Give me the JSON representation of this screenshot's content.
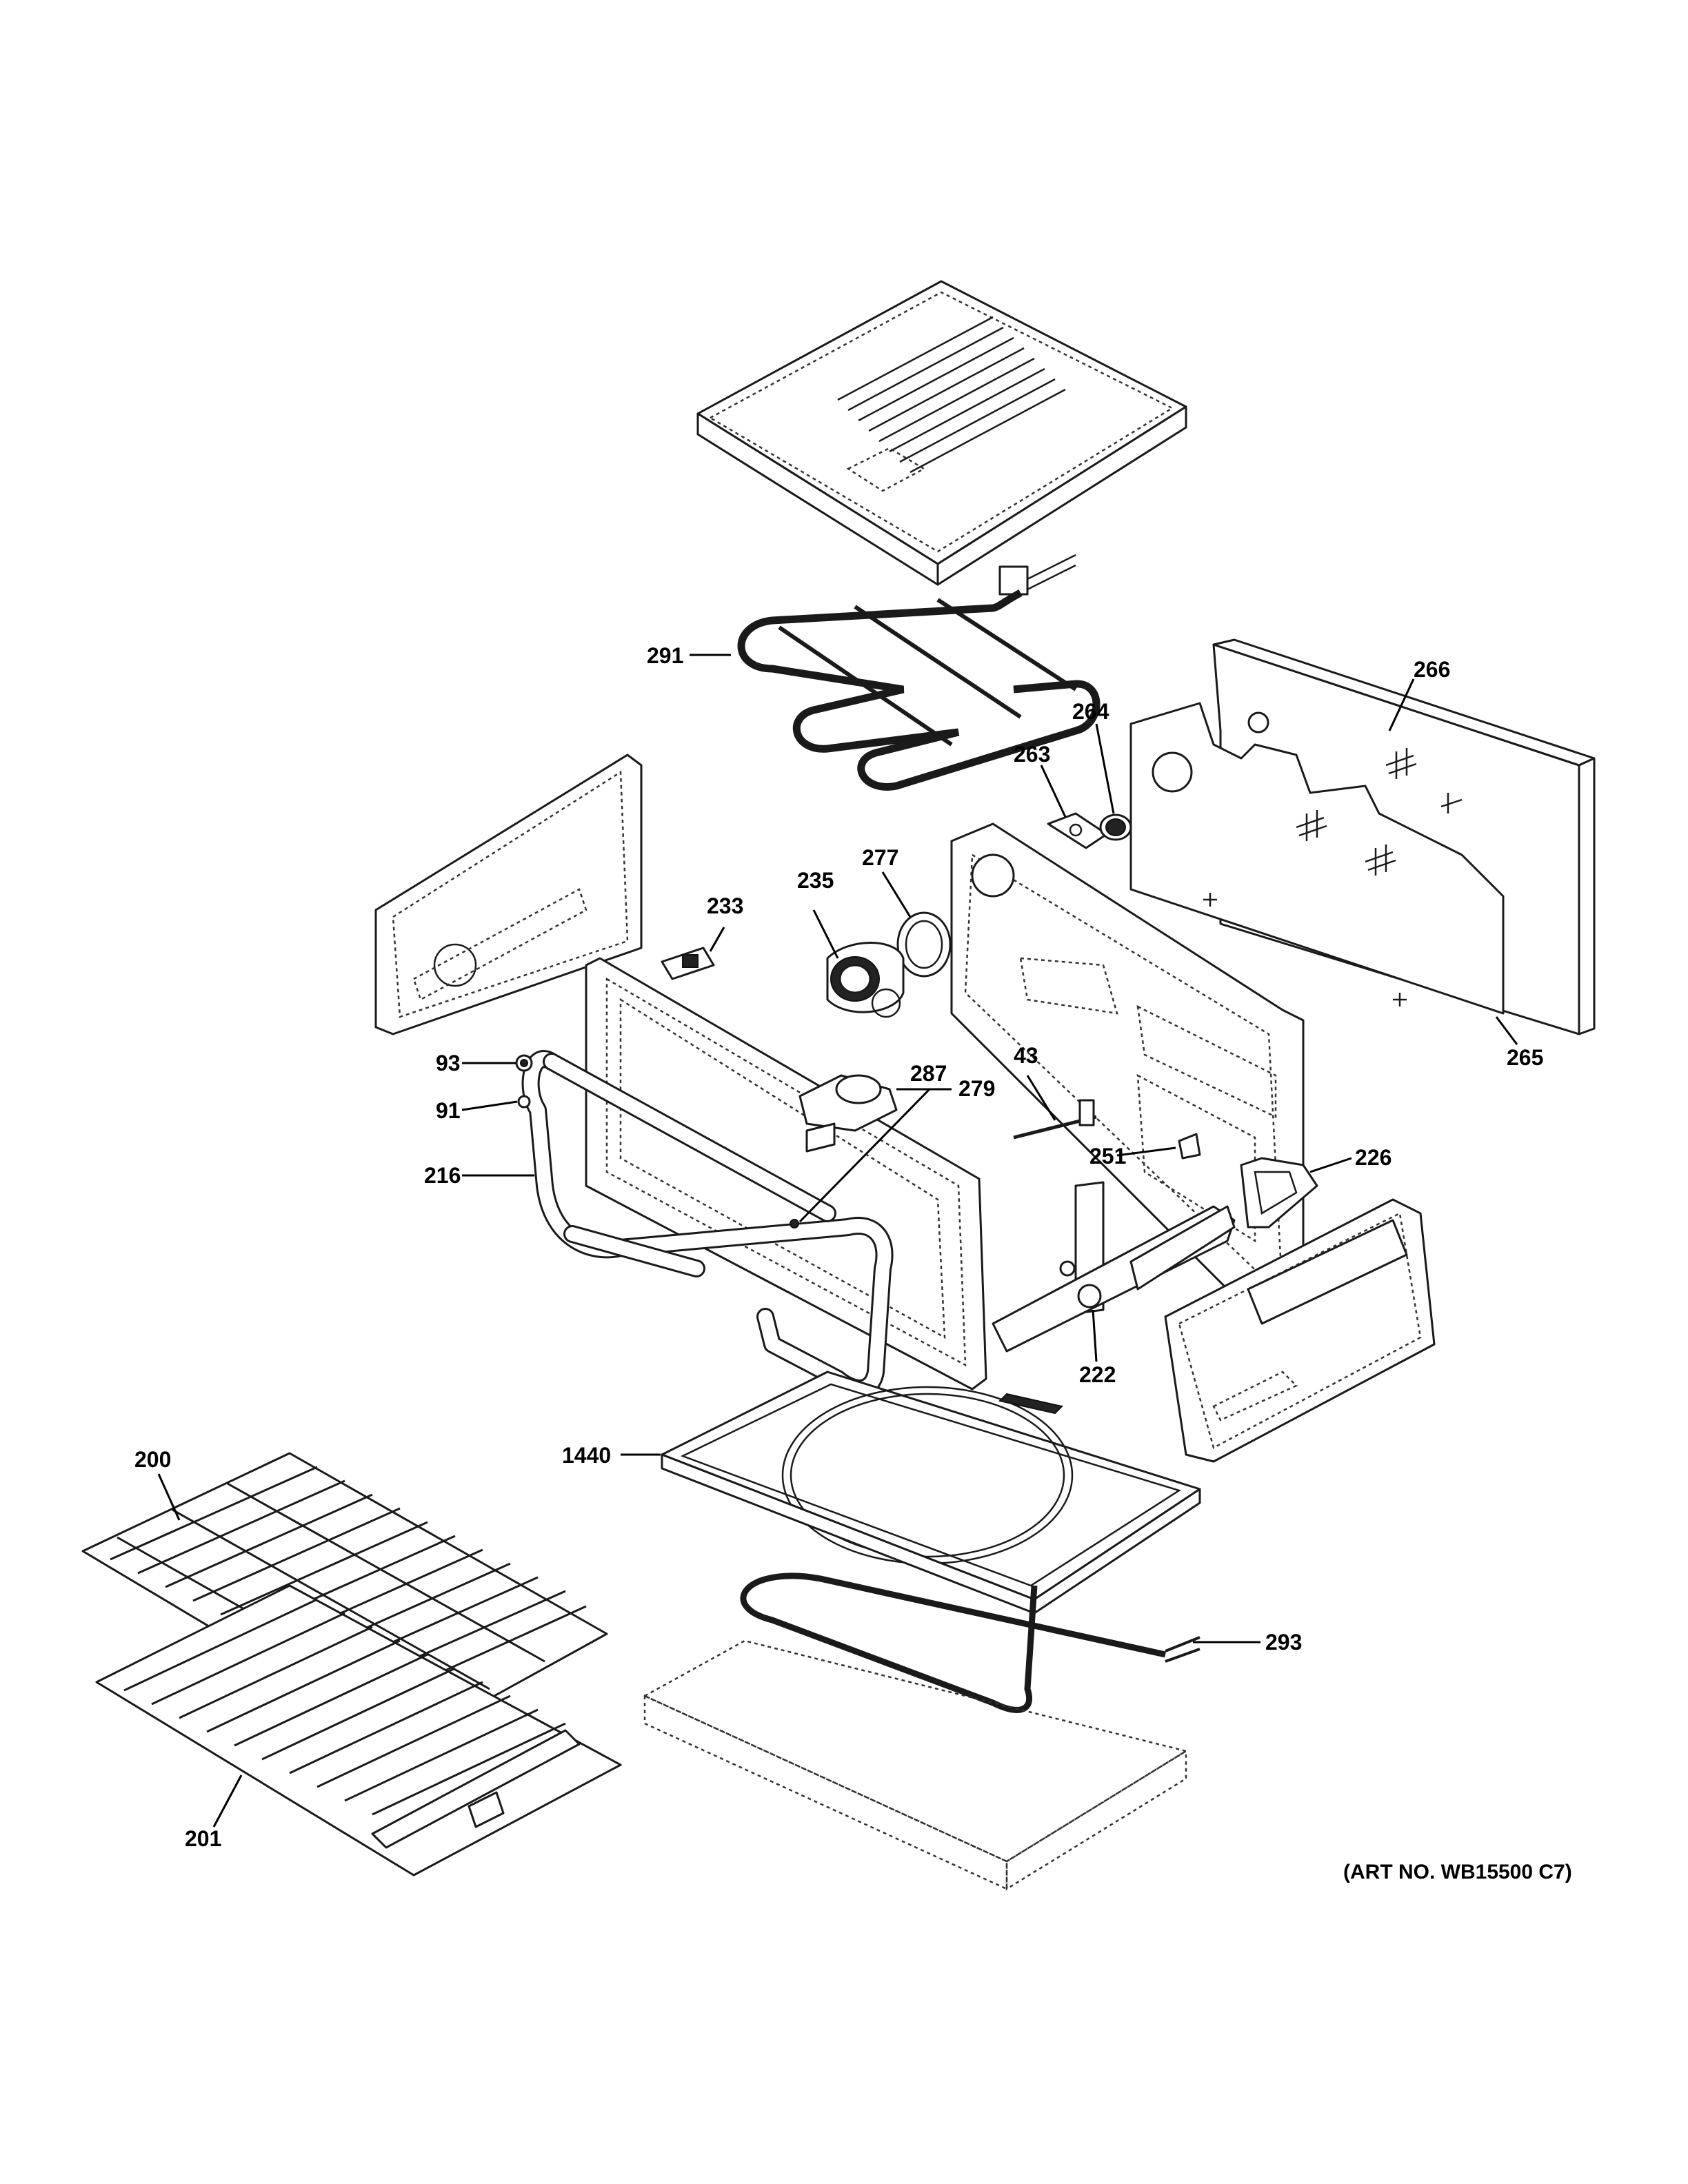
{
  "art_number": "(ART NO. WB15500 C7)",
  "labels": {
    "p291": "291",
    "p266": "266",
    "p264": "264",
    "p263": "263",
    "p277": "277",
    "p235": "235",
    "p233": "233",
    "p279": "279",
    "p93": "93",
    "p91": "91",
    "p216": "216",
    "p287": "287",
    "p43": "43",
    "p251": "251",
    "p226": "226",
    "p265": "265",
    "p222": "222",
    "p200": "200",
    "p1440": "1440",
    "p293": "293",
    "p201": "201"
  }
}
